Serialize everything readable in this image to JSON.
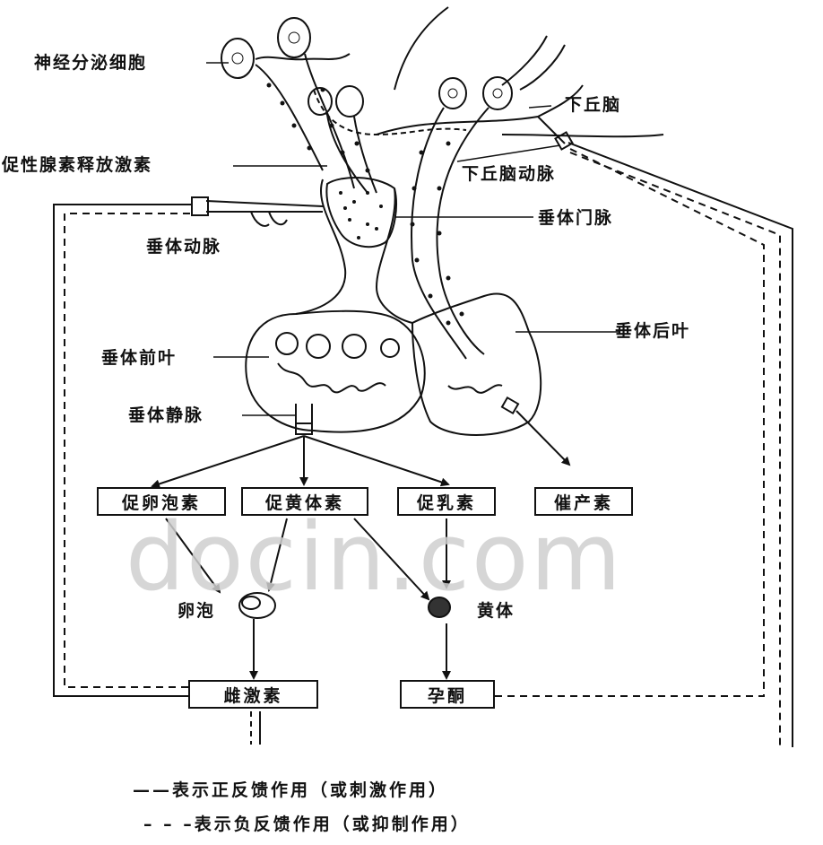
{
  "labels": {
    "neurosecretory_cells": "神经分泌细胞",
    "hypothalamus": "下丘脑",
    "gnrh": "促性腺素释放激素",
    "hypothalamic_artery": "下丘脑动脉",
    "pituitary_artery": "垂体动脉",
    "portal_vein": "垂体门脉",
    "posterior_lobe": "垂体后叶",
    "anterior_lobe": "垂体前叶",
    "pituitary_vein": "垂体静脉",
    "follicle": "卵泡",
    "corpus_luteum": "黄体"
  },
  "boxes": {
    "fsh": "促卵泡素",
    "lh": "促黄体素",
    "prolactin": "促乳素",
    "oxytocin": "催产素",
    "estrogen": "雌激素",
    "progesterone": "孕酮"
  },
  "legend": {
    "solid": "——表示正反馈作用（或刺激作用）",
    "dashed": "– – –表示负反馈作用（或抑制作用）"
  },
  "watermark": "docin.com"
}
